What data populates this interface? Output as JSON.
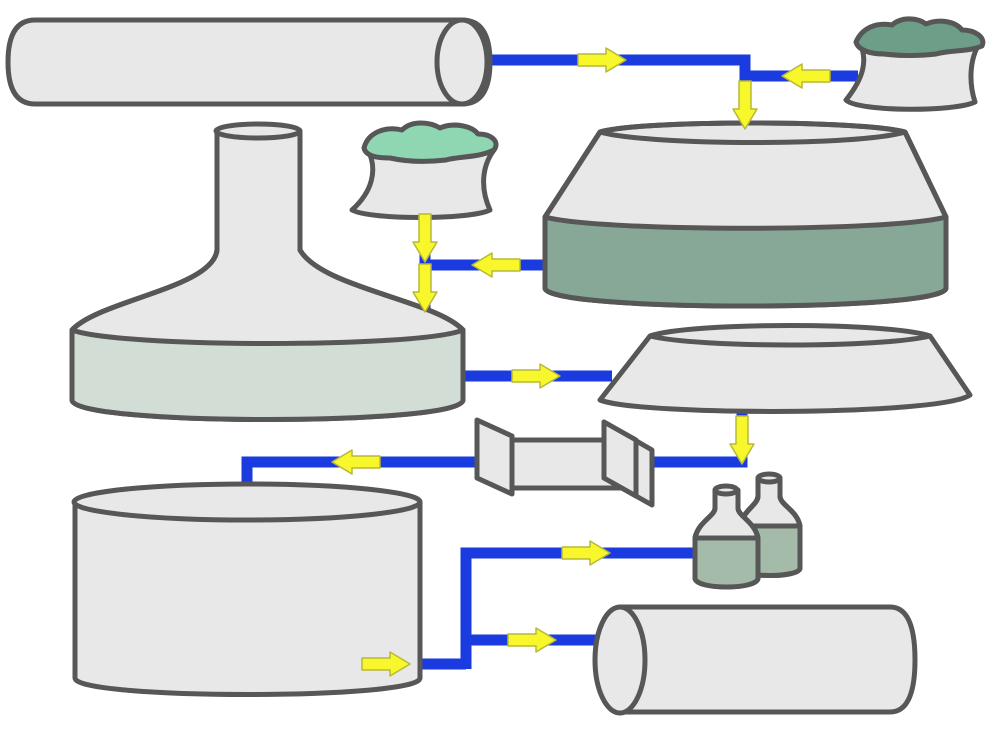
{
  "colors": {
    "vessel_fill": "#e8e8e8",
    "vessel_stroke": "#575757",
    "pipe": "#1a3be0",
    "arrow_fill": "#f7f72c",
    "arrow_stroke": "#b8b836",
    "liquid_dark_green": "#87a897",
    "liquid_pale_green": "#d2ddd5",
    "liquid_bottle_green": "#a4bba9",
    "hops_dark": "#6c9e88",
    "hops_light": "#8fd6b3",
    "background": "#ffffff"
  },
  "diagram": {
    "vessels": [
      {
        "name": "storage-cylinder-top-left",
        "type": "horizontal-cylinder",
        "fill": "plain"
      },
      {
        "name": "sack-top-right",
        "type": "sack",
        "contents": "dark-green"
      },
      {
        "name": "conical-tank-upper-right",
        "type": "cone-tank",
        "contents": "dark-green"
      },
      {
        "name": "sack-center",
        "type": "sack",
        "contents": "light-green"
      },
      {
        "name": "flask-kettle-left",
        "type": "flask",
        "contents": "pale-green"
      },
      {
        "name": "cone-vessel-middle-right",
        "type": "cone-tank",
        "fill": "plain"
      },
      {
        "name": "heat-exchanger-center",
        "type": "box",
        "fill": "plain"
      },
      {
        "name": "fermentation-tank-bottom-left",
        "type": "vertical-cylinder",
        "fill": "plain"
      },
      {
        "name": "bottle-back",
        "type": "bottle",
        "contents": "green"
      },
      {
        "name": "bottle-front",
        "type": "bottle",
        "contents": "green"
      },
      {
        "name": "keg-cylinder-bottom-right",
        "type": "horizontal-cylinder",
        "fill": "plain"
      }
    ],
    "flow_arrows": [
      {
        "name": "arrow-top-pipe",
        "direction": "right"
      },
      {
        "name": "arrow-sack-to-pipe",
        "direction": "left"
      },
      {
        "name": "arrow-into-conical-tank",
        "direction": "down"
      },
      {
        "name": "arrow-sack-center-down",
        "direction": "down"
      },
      {
        "name": "arrow-tank-to-flask",
        "direction": "left"
      },
      {
        "name": "arrow-into-flask",
        "direction": "down"
      },
      {
        "name": "arrow-flask-to-cone",
        "direction": "right"
      },
      {
        "name": "arrow-cone-down",
        "direction": "down"
      },
      {
        "name": "arrow-exchanger-to-fermenter",
        "direction": "left"
      },
      {
        "name": "arrow-fermenter-out",
        "direction": "right"
      },
      {
        "name": "arrow-to-bottles",
        "direction": "right"
      },
      {
        "name": "arrow-to-keg",
        "direction": "right"
      }
    ]
  }
}
